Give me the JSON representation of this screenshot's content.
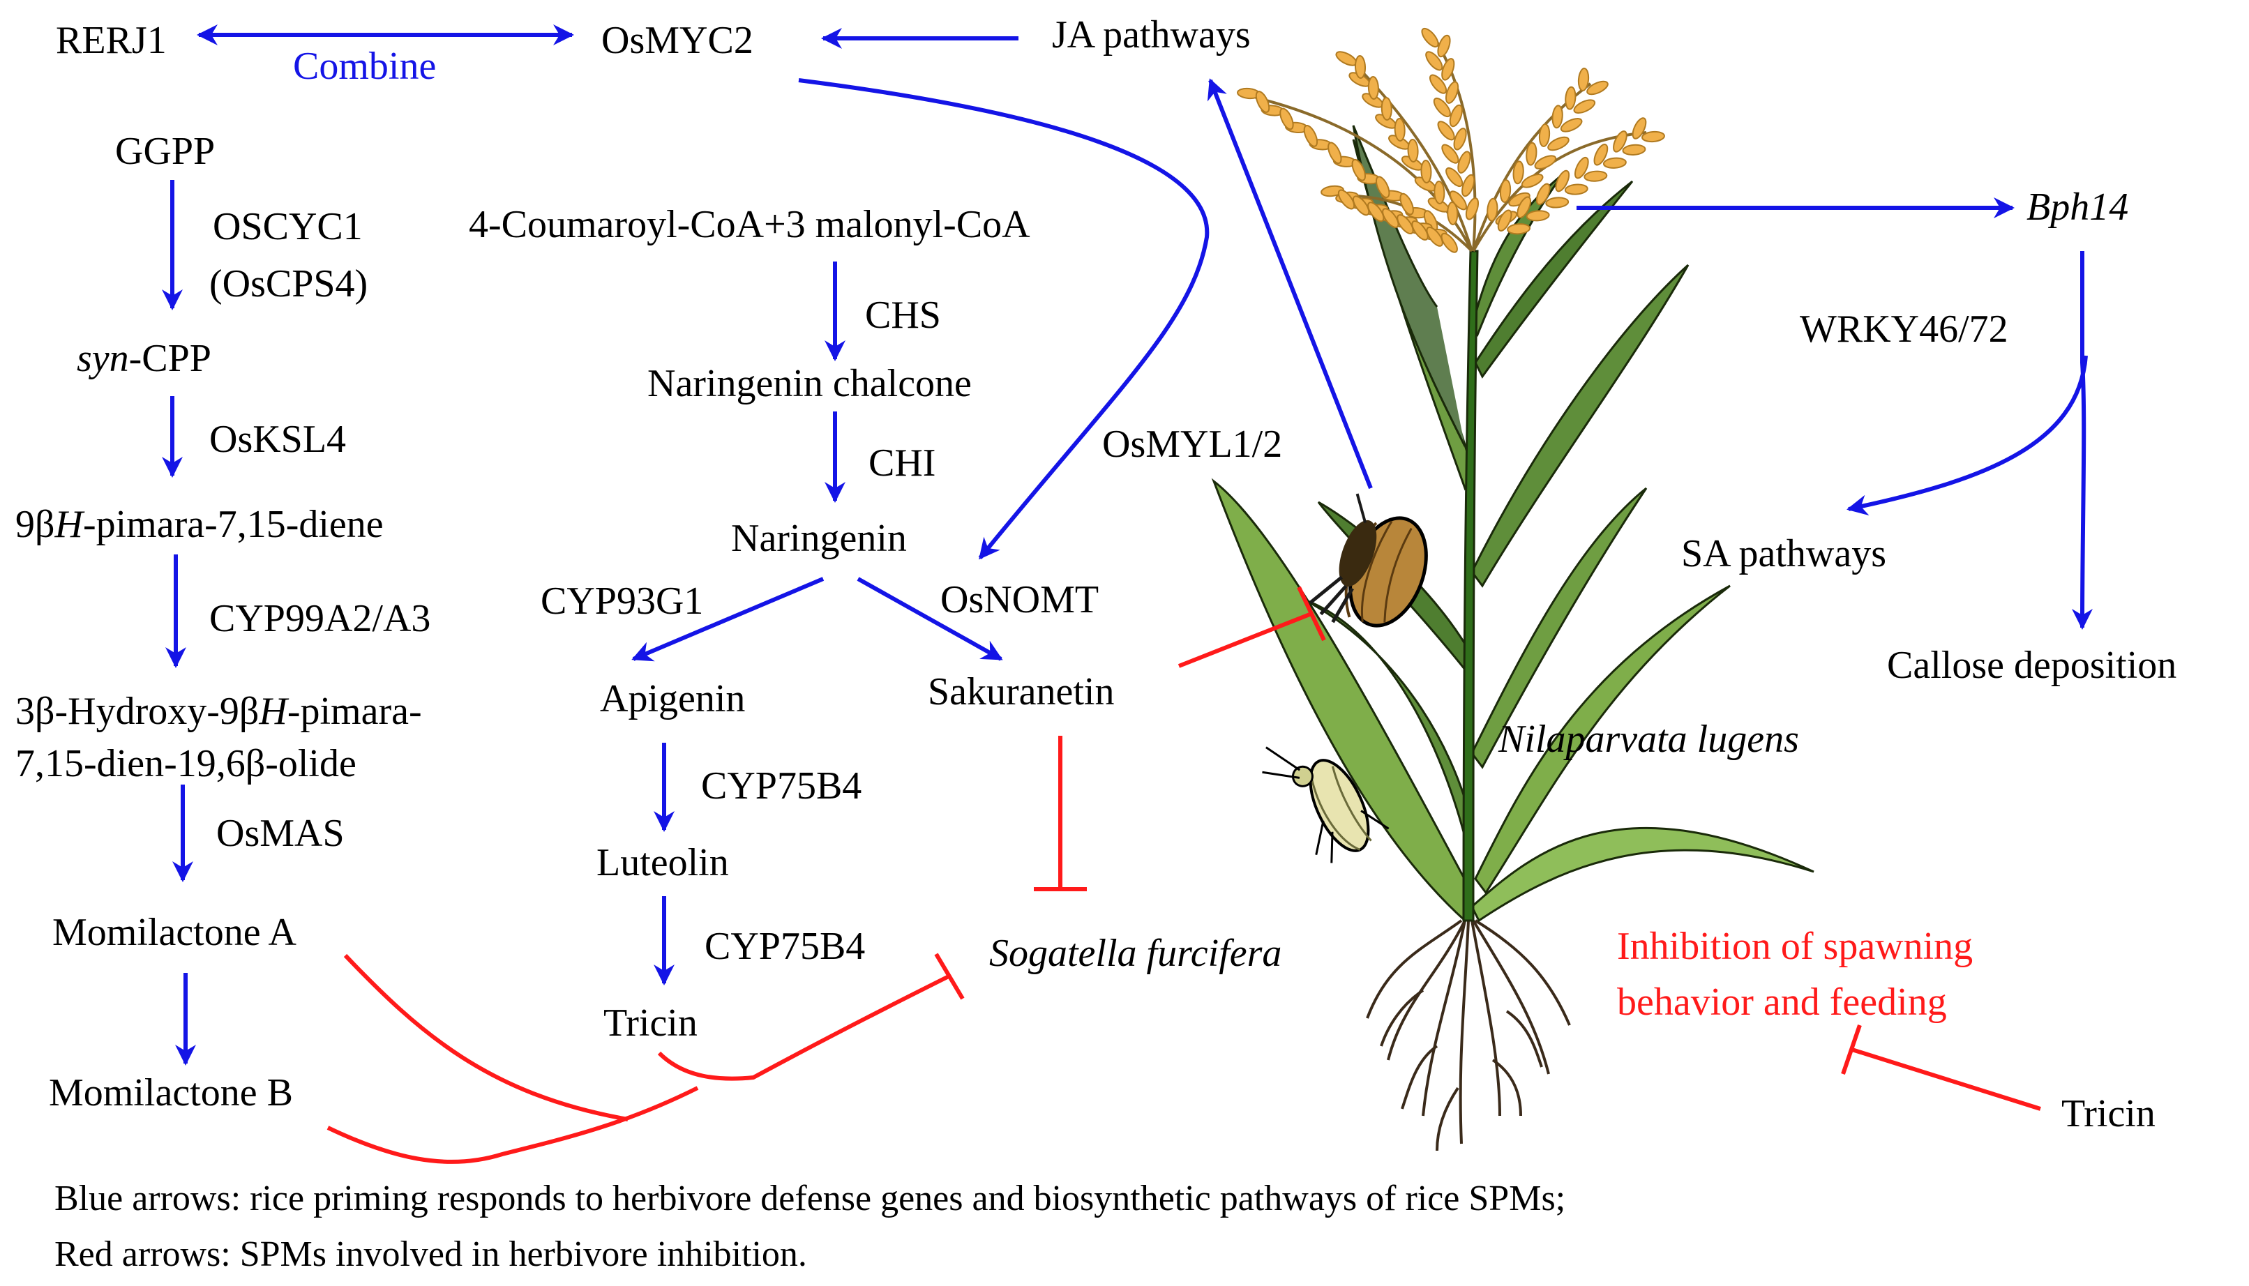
{
  "colors": {
    "activation": "#1414e6",
    "inhibition": "#ff1a1a",
    "text": "#000000"
  },
  "top": {
    "rerj1": "RERJ1",
    "combine": "Combine",
    "osmyc2": "OsMYC2",
    "ja_pathways": "JA pathways"
  },
  "momilactone_pathway": {
    "ggpp": "GGPP",
    "enzyme1_line1": "OSCYC1",
    "enzyme1_line2": "(OsCPS4)",
    "syn_prefix": "syn",
    "syn_suffix": "-CPP",
    "enzyme2": "OsKSL4",
    "pimaradiene_pre": "9β",
    "pimaradiene_h": "H",
    "pimaradiene_post": "-pimara-7,15-diene",
    "enzyme3": "CYP99A2/A3",
    "hydroxy_pre": "3β-Hydroxy-9β",
    "hydroxy_h": "H",
    "hydroxy_post": "-pimara-",
    "hydroxy_line2": "7,15-dien-19,6β-olide",
    "enzyme4": "OsMAS",
    "momilactone_a": "Momilactone A",
    "momilactone_b": "Momilactone B"
  },
  "flavonoid_pathway": {
    "precursor": "4-Coumaroyl-CoA+3 malonyl-CoA",
    "enzyme_chs": "CHS",
    "naringenin_chalcone": "Naringenin chalcone",
    "enzyme_chi": "CHI",
    "naringenin": "Naringenin",
    "enzyme_cyp93g1": "CYP93G1",
    "enzyme_osnomt": "OsNOMT",
    "apigenin": "Apigenin",
    "sakuranetin": "Sakuranetin",
    "enzyme_cyp75b4_1": "CYP75B4",
    "luteolin": "Luteolin",
    "enzyme_cyp75b4_2": "CYP75B4",
    "tricin": "Tricin"
  },
  "insects": {
    "sogatella": "Sogatella furcifera",
    "nilaparvata": "Nilaparvata lugens",
    "osmyl": "OsMYL1/2"
  },
  "right_pathway": {
    "bph14": "Bph14",
    "wrky": "WRKY46/72",
    "sa_pathways": "SA pathways",
    "callose": "Callose deposition",
    "inhibition_line1": "Inhibition of spawning",
    "inhibition_line2": "behavior and feeding",
    "tricin": "Tricin"
  },
  "legend": {
    "line1": "Blue arrows: rice priming responds to herbivore defense genes and biosynthetic pathways of rice SPMs;",
    "line2": "Red arrows: SPMs involved in herbivore inhibition."
  }
}
